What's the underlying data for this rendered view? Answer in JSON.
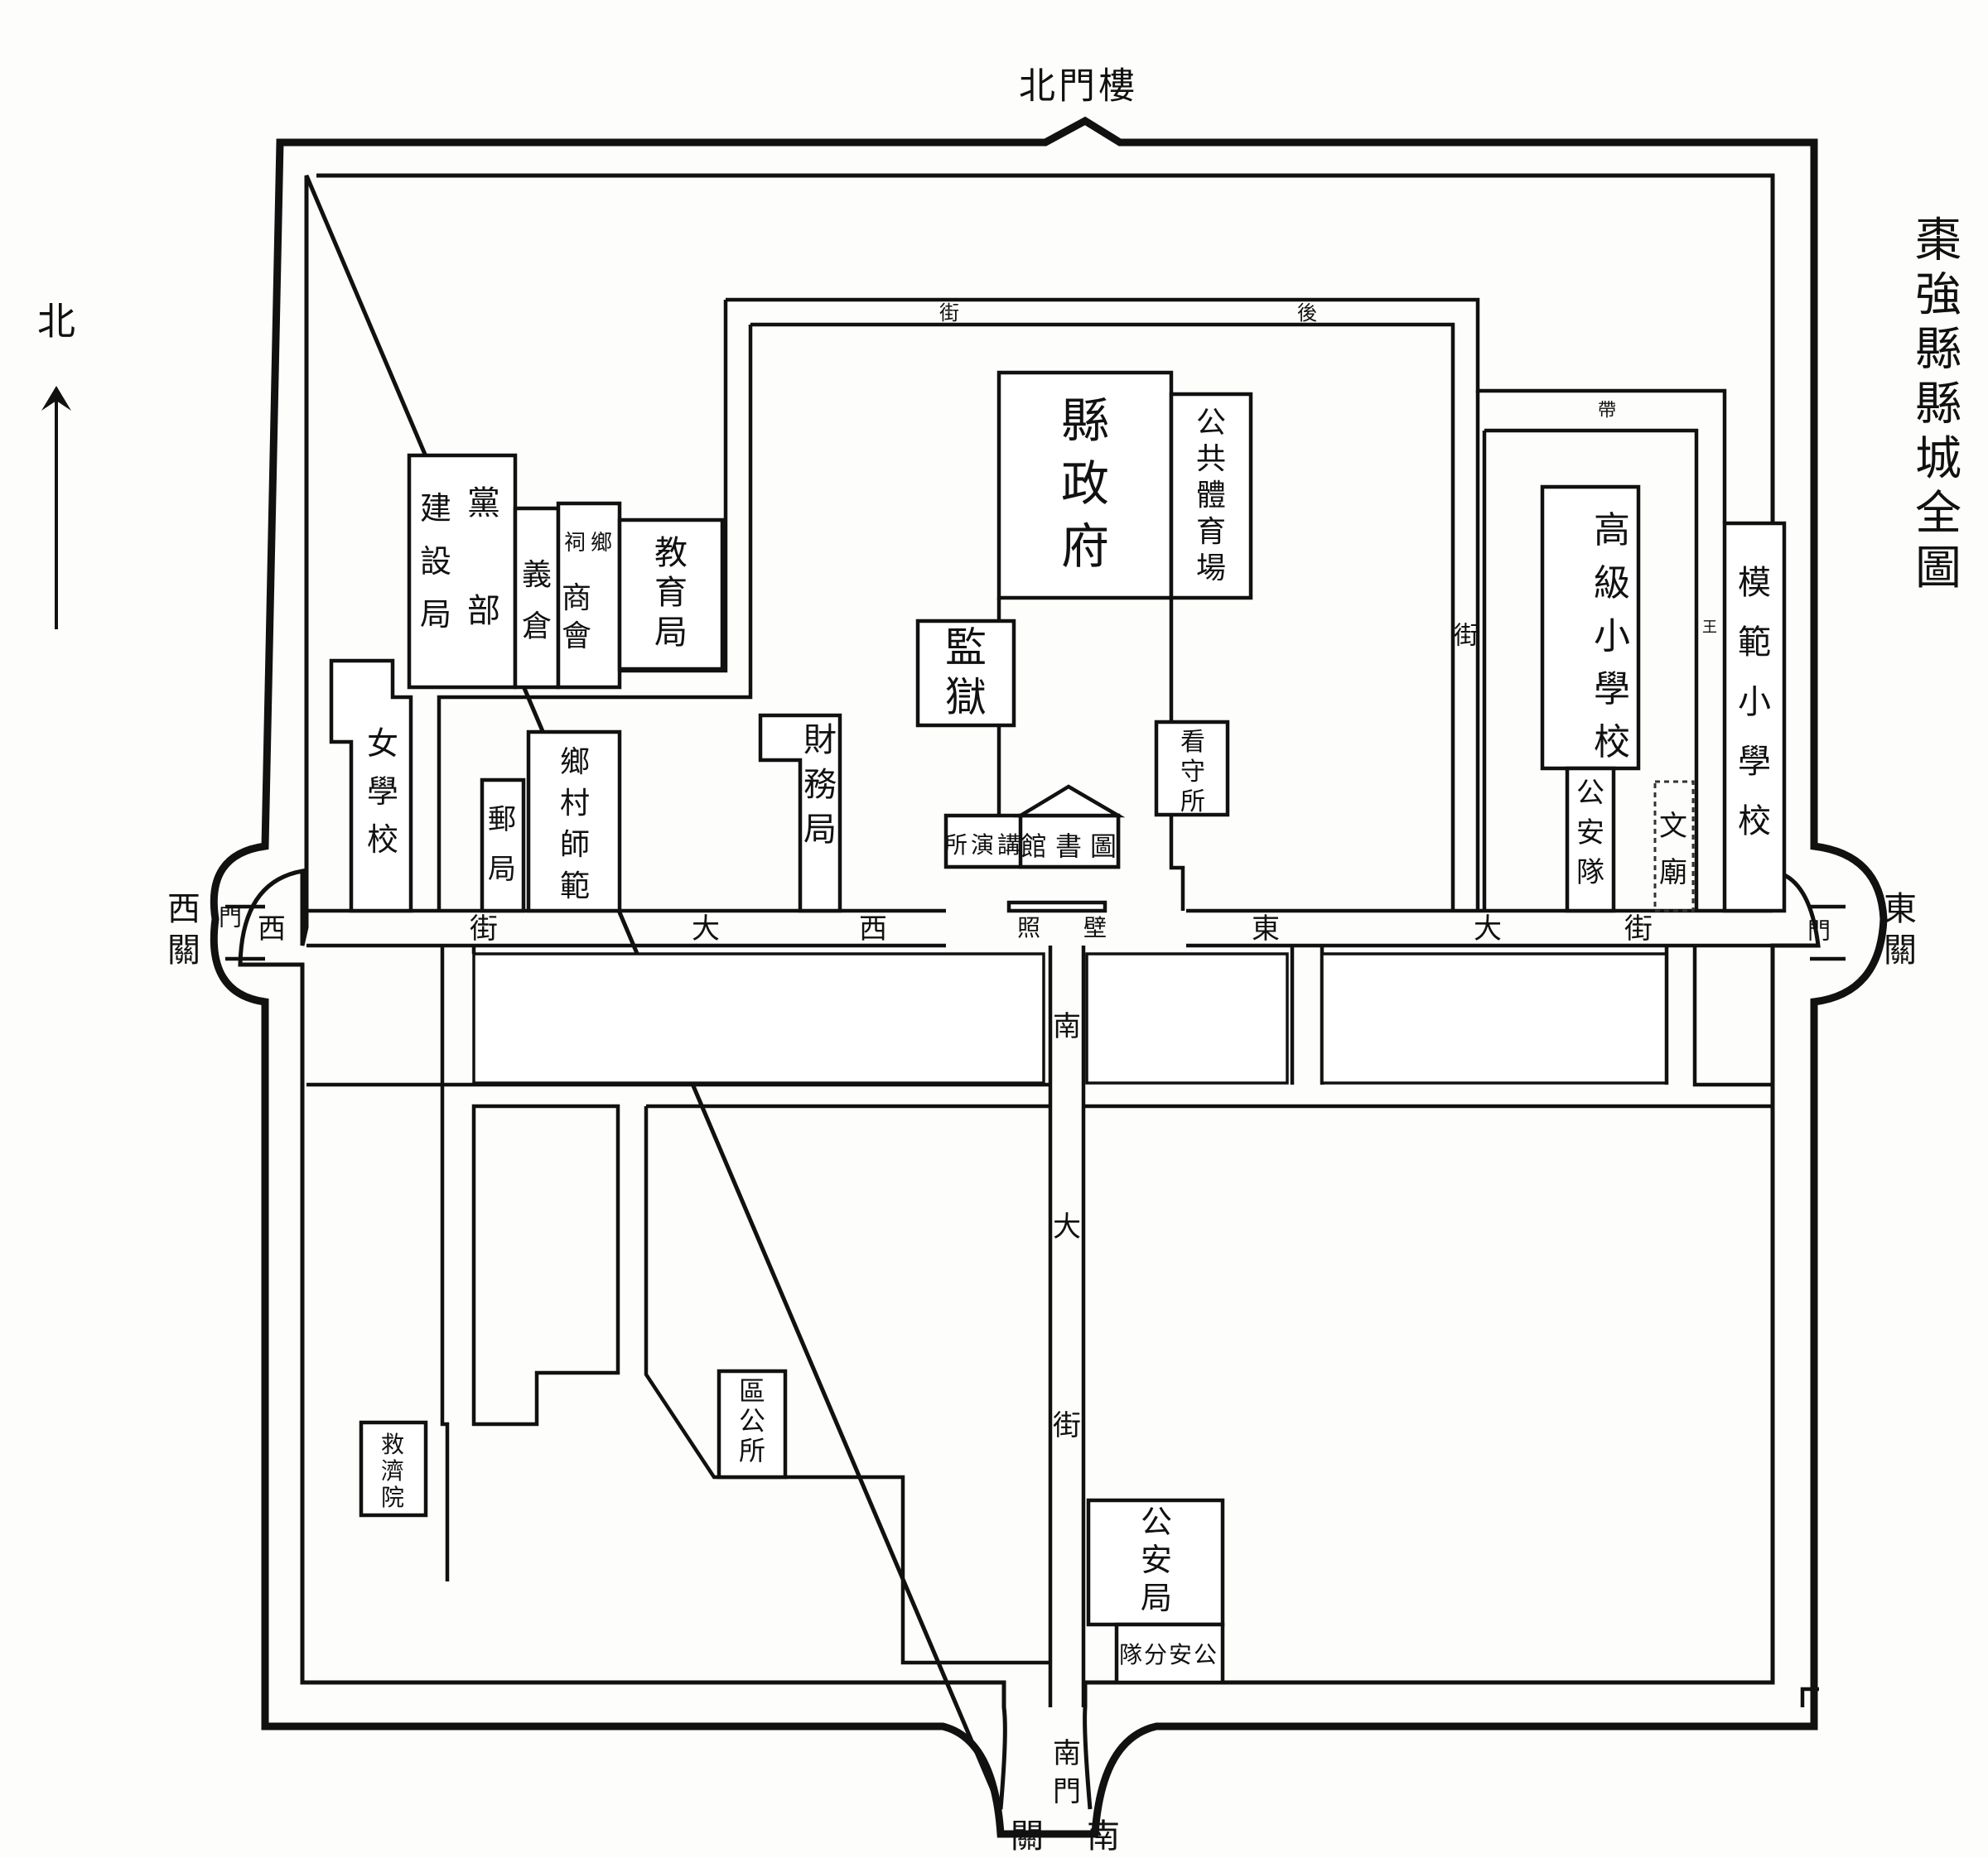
{
  "title": "棗強縣縣城全圖",
  "compass": {
    "north_label": "北",
    "arrow_icon": "north-arrow-icon"
  },
  "gates": {
    "north_tower": "北門樓",
    "west_gate": "門",
    "west_suburb": "西關",
    "east_gate": "門",
    "east_suburb": "東關",
    "south_gate": "南門",
    "south_suburb_left": "關",
    "south_suburb_right": "南"
  },
  "streets": {
    "west_main": [
      "街",
      "大",
      "西"
    ],
    "east_main": [
      "東",
      "大",
      "街"
    ],
    "west_label": "西",
    "south_main": [
      "南",
      "大",
      "街"
    ],
    "back_street": [
      "街",
      "後"
    ],
    "east_side_street": "街",
    "small_mark_1": "帶",
    "small_mark_2": "王",
    "screen_wall": "照壁"
  },
  "buildings": {
    "county_gov": "縣政府",
    "gym": "公共體育場",
    "prison": "監獄",
    "detention": "看守所",
    "library": "圖書館",
    "lecture": "講演所",
    "finance": "財務局",
    "education": "教育局",
    "party": "黨部",
    "construction": "建設局",
    "granary": "義倉",
    "township_shrine": "鄉祠",
    "chamber": "商會",
    "girls_school": "女學校",
    "post_office": "郵局",
    "rural_normal": "鄉村師範",
    "higher_primary": "高級小學校",
    "security_team": "公安隊",
    "confucius_temple": "文廟",
    "model_primary": "模範小學校",
    "district_office": "區公所",
    "relief_home": "救濟院",
    "police_bureau": "公安局",
    "police_branch": "公安分隊"
  }
}
